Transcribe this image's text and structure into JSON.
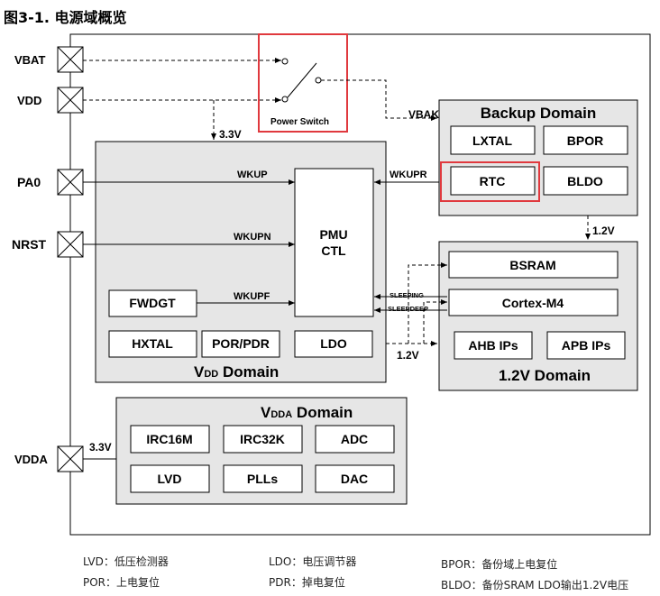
{
  "figure": {
    "title": "图3-1.  电源域概览"
  },
  "pins": {
    "vbat": "VBAT",
    "vdd": "VDD",
    "pa0": "PA0",
    "nrst": "NRST",
    "vdda": "VDDA"
  },
  "power_switch": "Power Switch",
  "vbak": "VBAK",
  "backup_domain": {
    "title": "Backup Domain",
    "blocks": [
      "LXTAL",
      "BPOR",
      "RTC",
      "BLDO"
    ]
  },
  "vdd_domain": {
    "title_main": "V",
    "title_sub": "DD",
    "title_rest": " Domain",
    "pmu": [
      "PMU",
      "CTL"
    ],
    "blocks": [
      "FWDGT",
      "HXTAL",
      "POR/PDR",
      "LDO"
    ]
  },
  "core_domain": {
    "title": "1.2V Domain",
    "blocks": [
      "BSRAM",
      "Cortex-M4",
      "AHB IPs",
      "APB IPs"
    ]
  },
  "vdda_domain": {
    "title_main": "V",
    "title_sub": "DDA",
    "title_rest": " Domain",
    "blocks": [
      "IRC16M",
      "IRC32K",
      "ADC",
      "LVD",
      "PLLs",
      "DAC"
    ]
  },
  "signals": {
    "wkup": "WKUP",
    "wkupn": "WKUPN",
    "wkupf": "WKUPF",
    "wkupr": "WKUPR",
    "sleeping": "SLEEPING",
    "sleepdeep": "SLEEPDEEP",
    "v33_top": "3.3V",
    "v33_vdda": "3.3V",
    "v12_bldo": "1.2V",
    "v12_ldo": "1.2V"
  },
  "legend": {
    "lvd": "LVD：低压检测器",
    "por": "POR：上电复位",
    "ldo": "LDO：电压调节器",
    "pdr": "PDR：掉电复位",
    "bpor": "BPOR：备份域上电复位",
    "bldo": "BLDO：备份SRAM LDO输出1.2V电压"
  },
  "colors": {
    "highlight": "#e0393e",
    "domain_fill": "#e6e6e6",
    "block_fill": "#ffffff"
  }
}
